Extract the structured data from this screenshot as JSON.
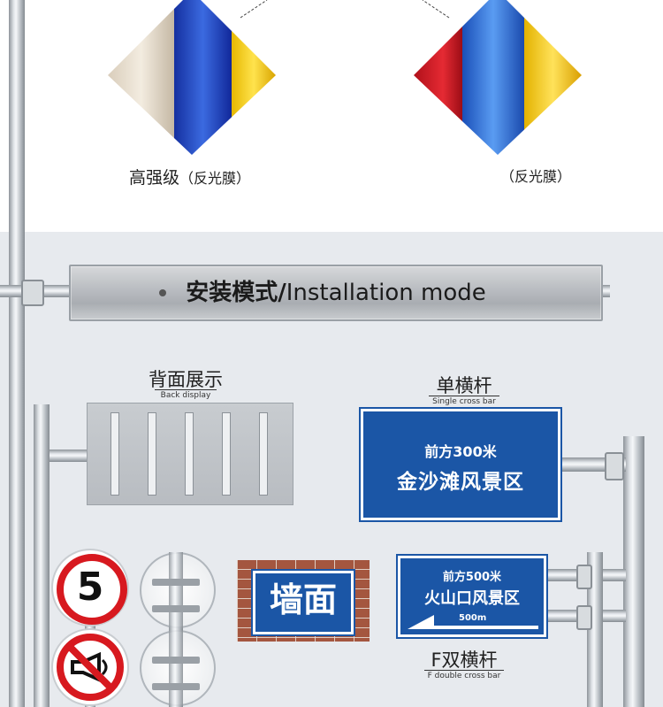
{
  "films": [
    {
      "name": "高强级",
      "suffix": "（反光膜）"
    },
    {
      "name": "",
      "suffix": "（反光膜）"
    }
  ],
  "install": {
    "title_cn": "安装模式/",
    "title_en": "Installation mode"
  },
  "sections": {
    "back": {
      "title": "背面展示",
      "subtitle": "Back display"
    },
    "single": {
      "title": "单横杆",
      "subtitle": "Single cross bar"
    },
    "double": {
      "title": "F双横杆",
      "subtitle": "F double cross bar"
    }
  },
  "signs": {
    "single_line1": "前方300米",
    "single_line2": "金沙滩风景区",
    "double_line1": "前方500米",
    "double_line2": "火山口风景区",
    "double_distance": "500m",
    "wall_text": "墙面",
    "speed_limit": "5"
  },
  "colors": {
    "sign_blue": "#1b56a6",
    "prohibition_red": "#d7191f",
    "steel_gray": "#b4b8bc",
    "background": "#e7eaee"
  }
}
